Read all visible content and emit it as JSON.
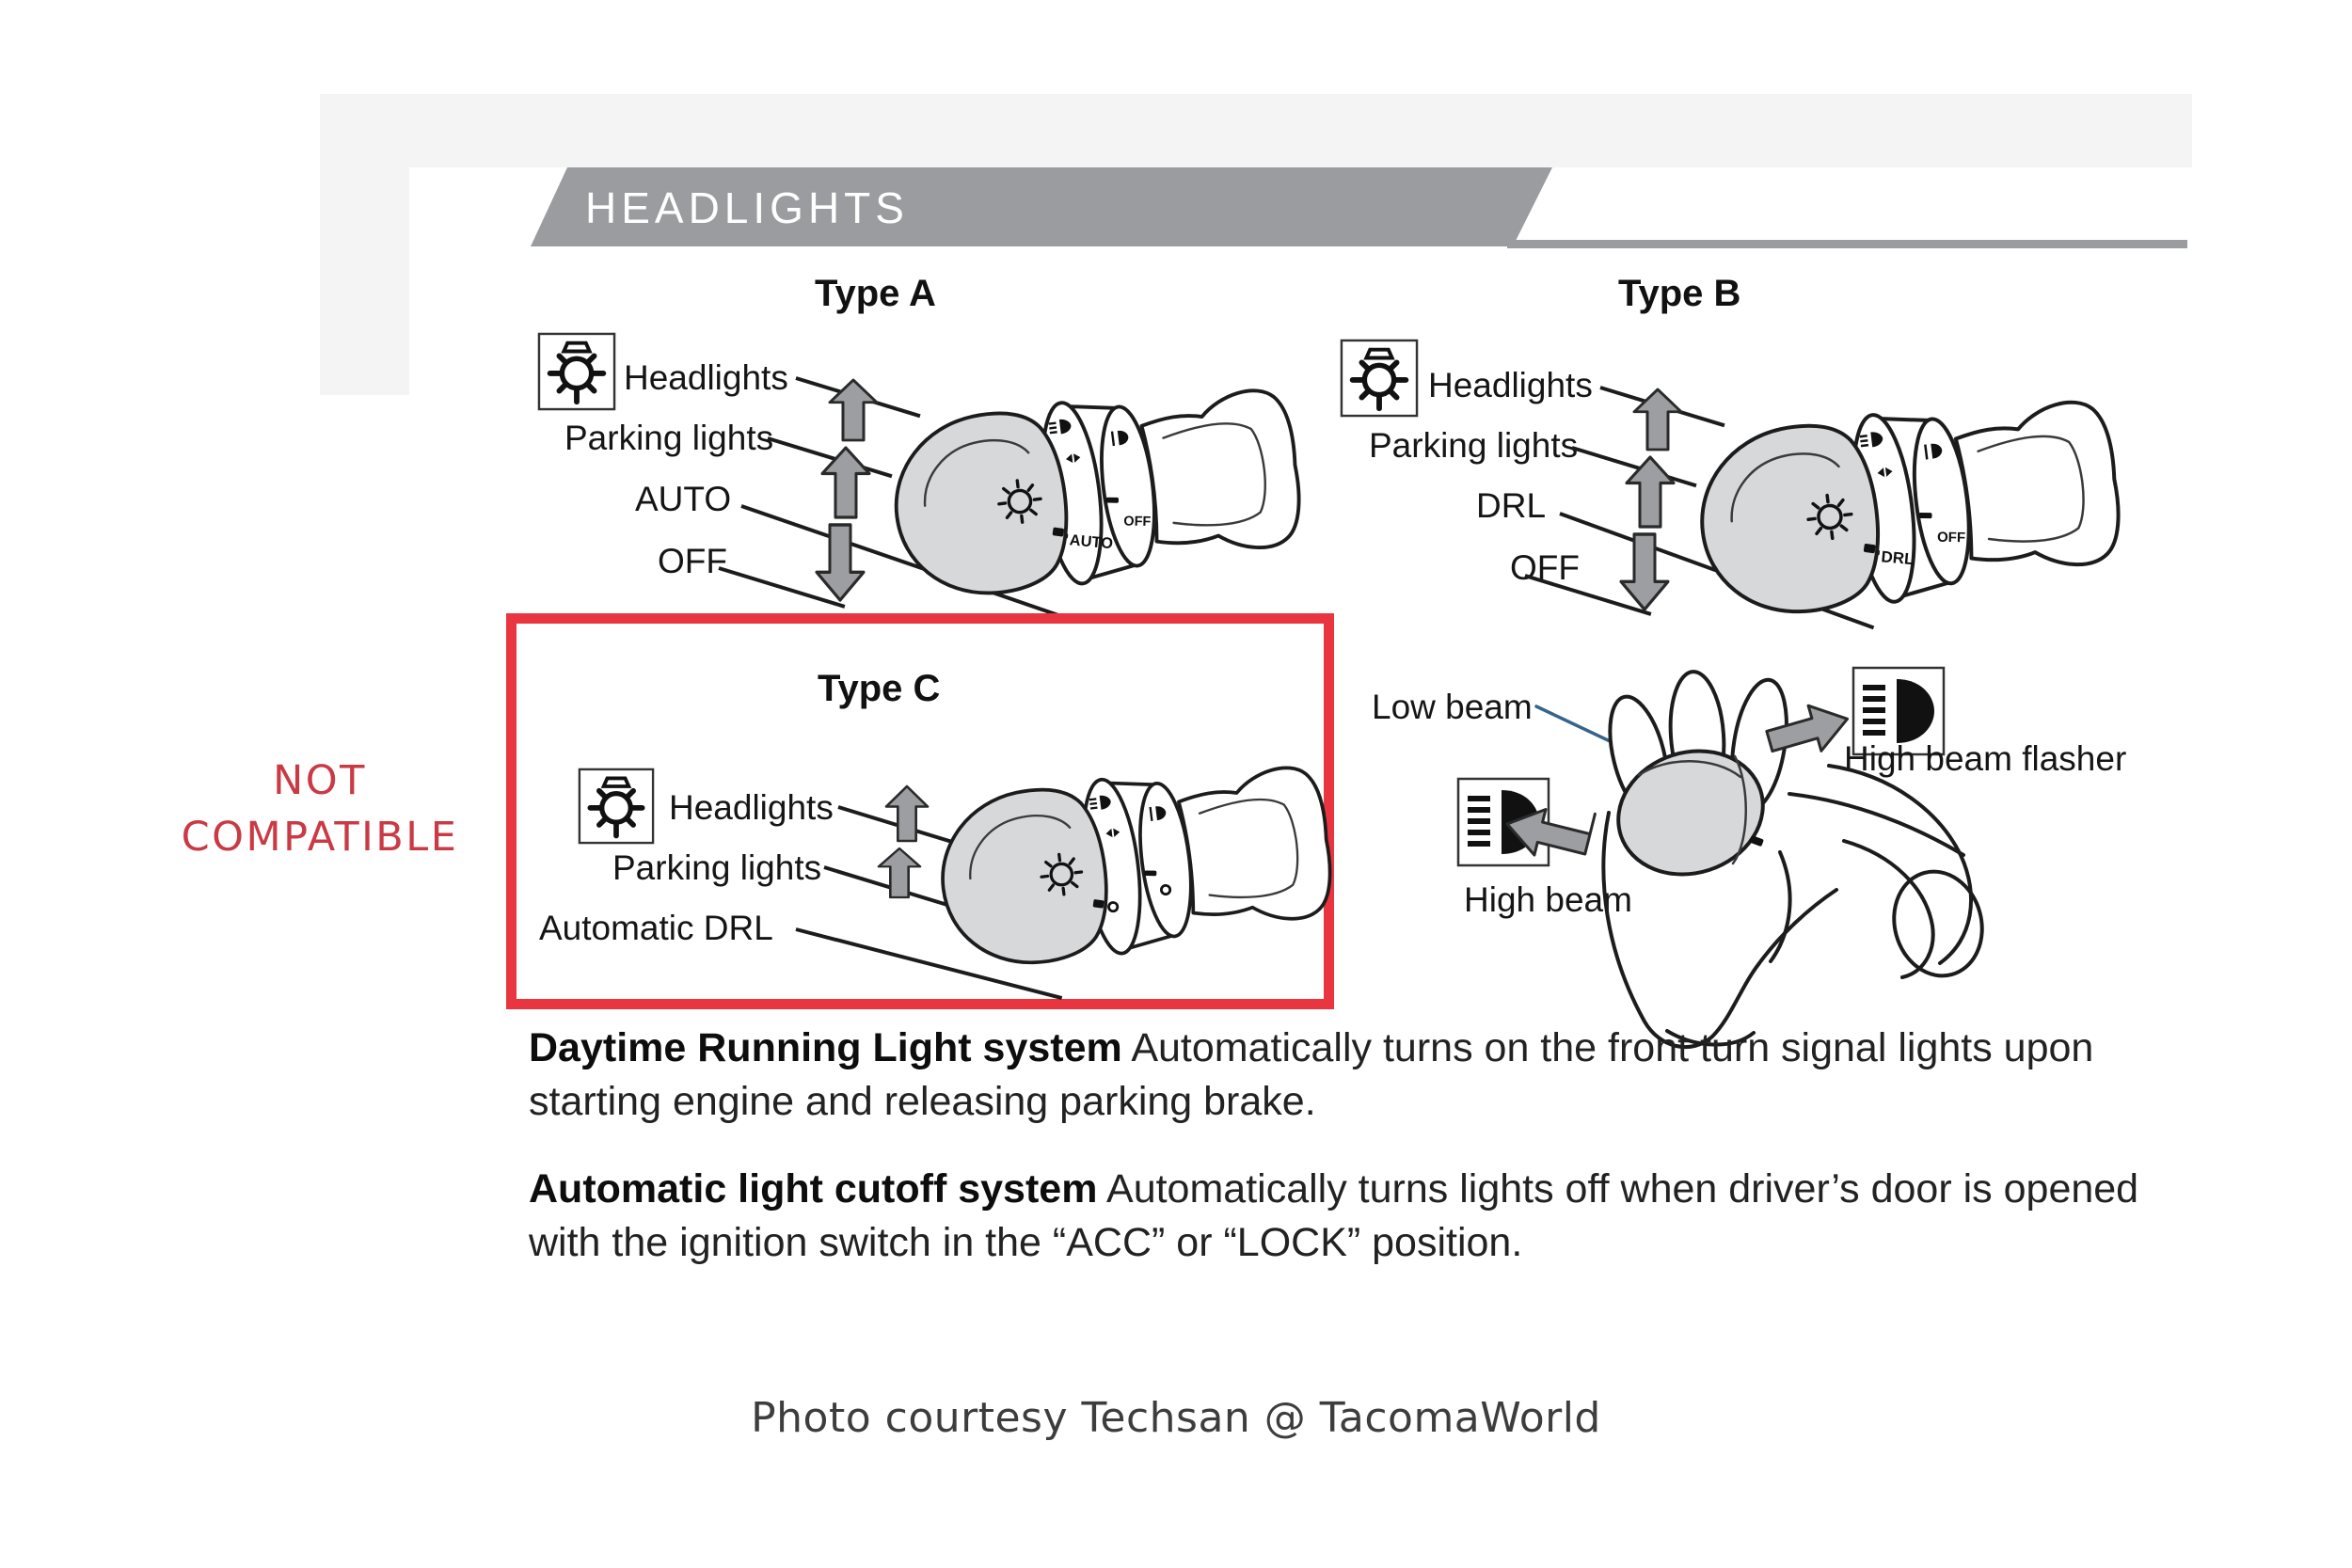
{
  "banner": {
    "title": "HEADLIGHTS"
  },
  "overlay": {
    "not_compatible_line1": "NOT",
    "not_compatible_line2": "COMPATIBLE"
  },
  "types": {
    "a": {
      "title": "Type A",
      "labels": [
        "Headlights",
        "Parking lights",
        "AUTO",
        "OFF"
      ],
      "dial": {
        "ring1": "AUTO",
        "ring2": "OFF"
      }
    },
    "b": {
      "title": "Type B",
      "labels": [
        "Headlights",
        "Parking lights",
        "DRL",
        "OFF"
      ],
      "dial": {
        "ring1": "DRL",
        "ring2": "OFF"
      }
    },
    "c": {
      "title": "Type C",
      "labels": [
        "Headlights",
        "Parking lights",
        "Automatic DRL"
      ],
      "dial": {
        "ring1": "",
        "ring2": ""
      }
    }
  },
  "beam_diagram": {
    "low_beam": "Low beam",
    "high_beam": "High beam",
    "high_beam_flasher": "High beam flasher"
  },
  "paragraphs": [
    {
      "lead": "Daytime Running Light system",
      "body": " Automatically turns on the front turn signal lights upon starting engine and releasing parking brake."
    },
    {
      "lead": "Automatic light cutoff system",
      "body": " Automatically turns lights off when driver’s door is opened with the ignition switch in the “ACC” or “LOCK” position."
    }
  ],
  "caption": "Photo courtesy Techsan @ TacomaWorld",
  "colors": {
    "banner_gray": "#9b9ca0",
    "red_box": "#e8353f",
    "nc_red": "#c93a44",
    "blue_line": "#35648c",
    "arrow_gray": "#9c9ea2",
    "knob_gray": "#d7d8da",
    "bg_band": "#f4f4f5",
    "caption_gray": "#3d3d3d",
    "text_dark": "#1c1c1c"
  }
}
